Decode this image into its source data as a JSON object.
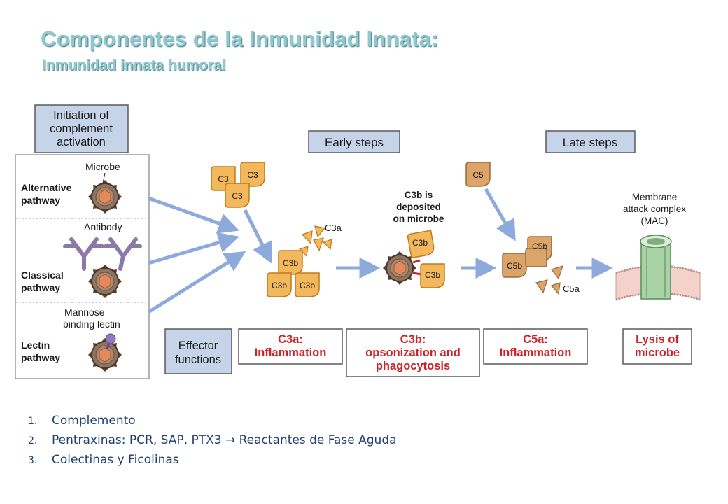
{
  "title": "Componentes de la Inmunidad Innata:",
  "subtitle": "Inmunidad innata humoral",
  "diagram": {
    "initiation_lines": [
      "Initiation of",
      "complement",
      "activation"
    ],
    "early_steps": "Early steps",
    "late_steps": "Late steps",
    "pathways": {
      "alternative": {
        "lines": [
          "Alternative",
          "pathway"
        ],
        "agent": "Microbe"
      },
      "classical": {
        "lines": [
          "Classical",
          "pathway"
        ],
        "agent": "Antibody"
      },
      "lectin": {
        "lines": [
          "Lectin",
          "pathway"
        ],
        "agent_lines": [
          "Mannose",
          "binding lectin"
        ]
      }
    },
    "fragments": {
      "c3": "C3",
      "c3a": "C3a",
      "c3b": "C3b",
      "c5": "C5",
      "c5a": "C5a",
      "c5b": "C5b"
    },
    "c3b_deposited_lines": [
      "C3b is",
      "deposited",
      "on microbe"
    ],
    "mac_lines": [
      "Membrane",
      "attack complex",
      "(MAC)"
    ],
    "effector_lines": [
      "Effector",
      "functions"
    ],
    "effects": {
      "c3a_lines": [
        "C3a:",
        "Inflammation"
      ],
      "c3b_lines": [
        "C3b:",
        "opsonization and",
        "phagocytosis"
      ],
      "c5a_lines": [
        "C5a:",
        "Inflammation"
      ],
      "lysis_lines": [
        "Lysis of",
        "microbe"
      ]
    },
    "colors": {
      "label_fill": "#c5d4e9",
      "fragment_fill": "#f3b75c",
      "fragment_stroke": "#c07a1c",
      "c5_fill": "#dba56a",
      "arrow": "#8eaadc",
      "effect_text": "#cf2127",
      "title": "#8fc9cf"
    }
  },
  "list": [
    {
      "number": "1.",
      "text": "Complemento"
    },
    {
      "number": "2.",
      "text": "Pentraxinas: PCR, SAP, PTX3  →  Reactantes de Fase Aguda"
    },
    {
      "number": "3.",
      "text": "Colectinas  y Ficolinas"
    }
  ]
}
